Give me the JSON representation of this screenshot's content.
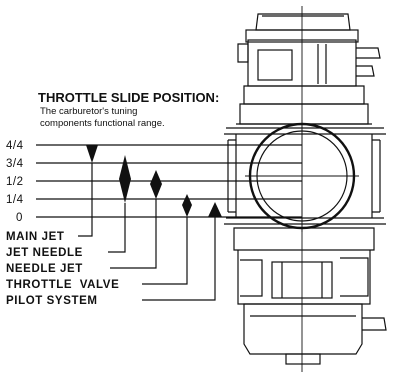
{
  "header": {
    "title": "THROTTLE SLIDE POSITION:",
    "subtitle_line1": "The carburetor's tuning",
    "subtitle_line2": "components functional range."
  },
  "positions": [
    "4/4",
    "3/4",
    "1/2",
    "1/4",
    "0"
  ],
  "components": [
    "MAIN JET",
    "JET NEEDLE",
    "NEEDLE JET",
    "THROTTLE  VALVE",
    "PILOT SYSTEM"
  ]
}
